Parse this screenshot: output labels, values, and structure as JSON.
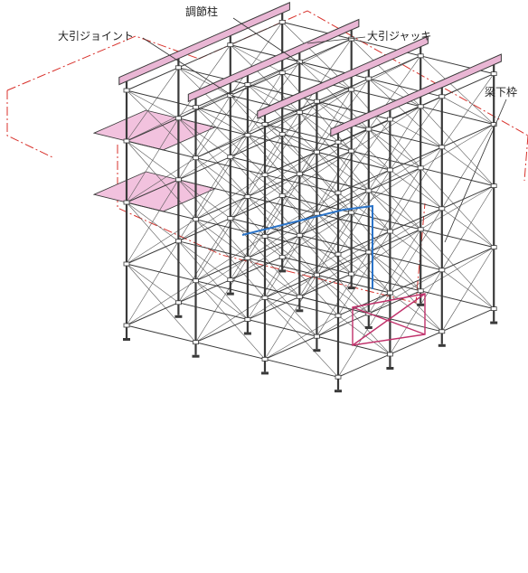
{
  "labels": {
    "adjust_post": "調節柱",
    "beam_joint": "大引ジョイント",
    "beam_jack": "大引ジャッキ",
    "beam_frame": "梁下枠"
  },
  "colors": {
    "structure": "#3a3a3a",
    "brace": "#5a5a5a",
    "beam_fill": "#e9b6d4",
    "platform_fill": "#f2c2de",
    "boundary_line": "#d8312b",
    "pipe_accent": "#2a73c8",
    "frame_accent": "#c0306a"
  }
}
